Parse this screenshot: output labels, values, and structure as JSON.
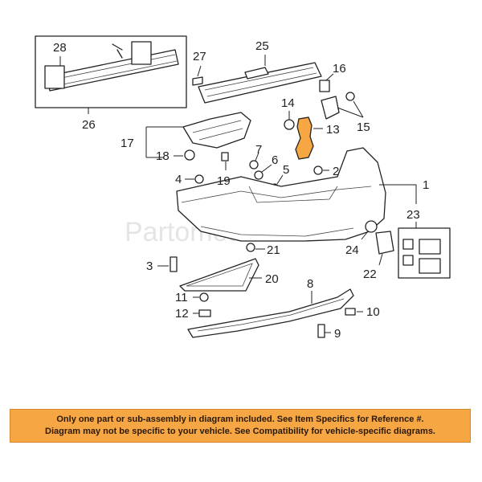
{
  "watermark": "Partomotive.com",
  "highlight_color": "#f7a644",
  "callouts": {
    "p1": "1",
    "p2": "2",
    "p3": "3",
    "p4": "4",
    "p5": "5",
    "p6": "6",
    "p7": "7",
    "p8": "8",
    "p9": "9",
    "p10": "10",
    "p11": "11",
    "p12": "12",
    "p13": "13",
    "p14": "14",
    "p15": "15",
    "p16": "16",
    "p17": "17",
    "p18": "18",
    "p19": "19",
    "p20": "20",
    "p21": "21",
    "p22": "22",
    "p23": "23",
    "p24": "24",
    "p25": "25",
    "p26": "26",
    "p27": "27",
    "p28": "28"
  },
  "disclaimer": {
    "line1": "Only one part or sub-assembly in diagram included. See Item Specifics for Reference #.",
    "line2": "Diagram may not be specific to your vehicle. See Compatibility for vehicle-specific diagrams."
  }
}
